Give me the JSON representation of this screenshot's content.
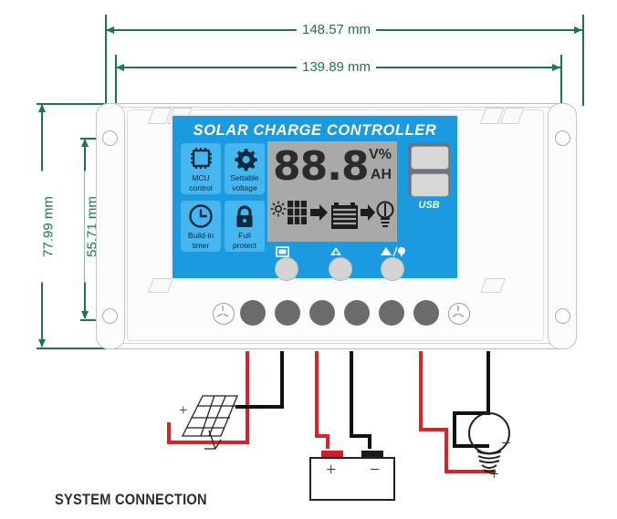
{
  "caption": "SYSTEM CONNECTION",
  "dimensions": {
    "width_outer": "148.57 mm",
    "width_inner": "139.89 mm",
    "height_outer": "77.99 mm",
    "height_inner": "55.71 mm"
  },
  "device": {
    "title": "SOLAR CHARGE CONTROLLER",
    "badges": [
      {
        "icon": "mcu-chip-icon",
        "line1": "MCU",
        "line2": "control"
      },
      {
        "icon": "gear-icon",
        "line1": "Settable",
        "line2": "voltage"
      },
      {
        "icon": "clock-icon",
        "line1": "Build-in",
        "line2": "timer"
      },
      {
        "icon": "lock-icon",
        "line1": "Full",
        "line2": "protect"
      }
    ],
    "lcd": {
      "value": "88.8",
      "unit_top": "V%",
      "unit_bottom": "AH",
      "flow": [
        "sun-solar-panel-icon",
        "arrow-right-icon",
        "battery-icon",
        "arrow-right-icon",
        "light-bulb-icon"
      ]
    },
    "usb": {
      "label": "USB",
      "port_count": 2
    },
    "buttons": [
      {
        "icon": "display-mode-icon"
      },
      {
        "icon": "up-triangle-icon"
      },
      {
        "icon": "up-triangle-light-icon"
      }
    ],
    "terminal_count": 6,
    "screw_count": 2
  },
  "wiring": {
    "solar_panel": {
      "name": "solar-panel",
      "plus": "+",
      "minus": "−"
    },
    "battery": {
      "name": "battery",
      "plus": "+",
      "minus": "−"
    },
    "load_lamp": {
      "name": "light-bulb",
      "plus": "+",
      "minus": "−"
    }
  },
  "colors": {
    "dimension_green": "#1a7a43",
    "faceplate_blue": "#1b9ae0",
    "badge_blue": "#45b6ef",
    "lcd_gray": "#a9a9a9",
    "wire_red": "#e02027",
    "wire_black": "#111111"
  }
}
